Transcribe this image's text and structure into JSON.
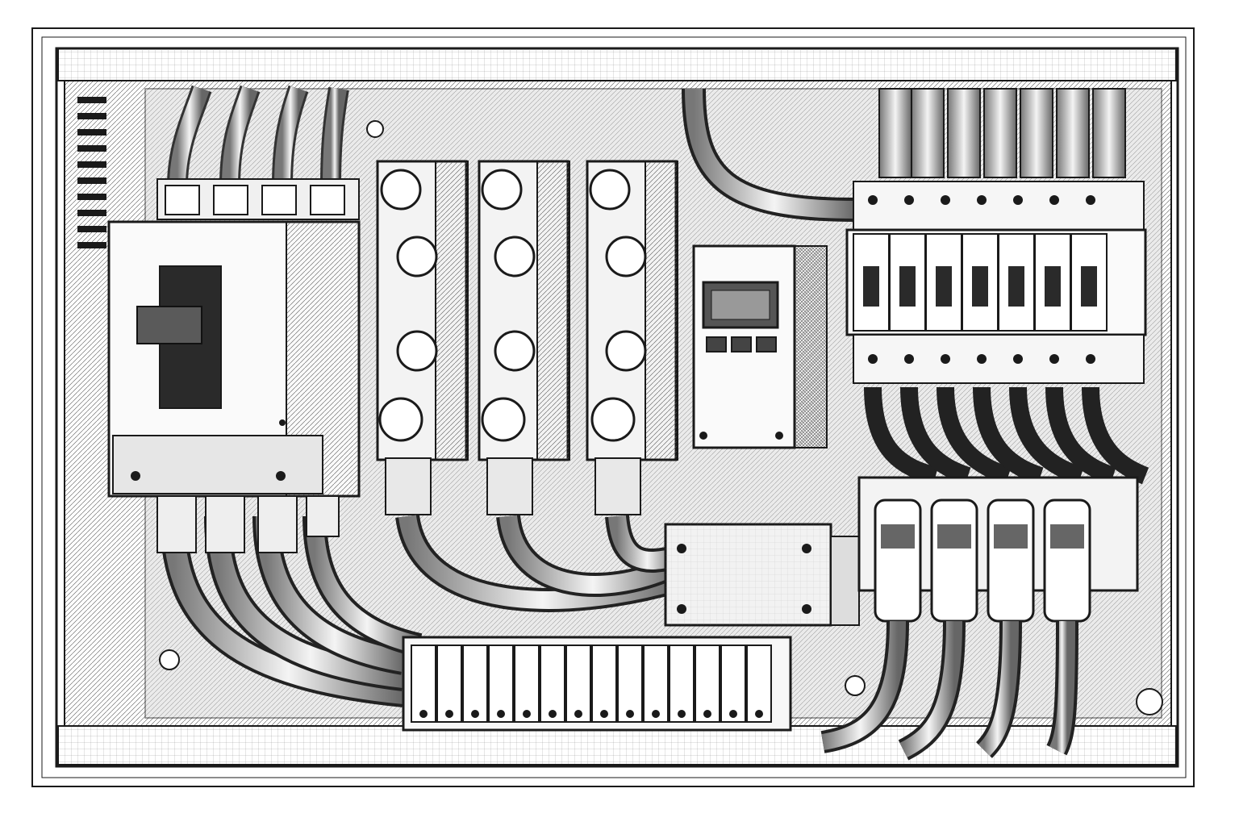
{
  "illustration": {
    "style": "pencil sketch",
    "ink_color": "#1a1a1a",
    "paper_color": "#ffffff",
    "panel_fill": "#e9e9e9",
    "shadow_fill": "#bdbdbd",
    "subject": "electrical-control-panel"
  },
  "panel": {
    "main_breaker_poles": 4,
    "busbar_groups": 3,
    "bolts_per_busbar_group": 4,
    "display_module_buttons": 3,
    "miniature_breakers": 7,
    "fuse_holders": 4,
    "terminal_block_count": 14,
    "cable_bundles": 5
  },
  "icons": [
    "breaker-icon",
    "busbar-icon",
    "display-icon",
    "fuse-icon",
    "terminal-icon",
    "cable-icon",
    "bolt-icon"
  ]
}
